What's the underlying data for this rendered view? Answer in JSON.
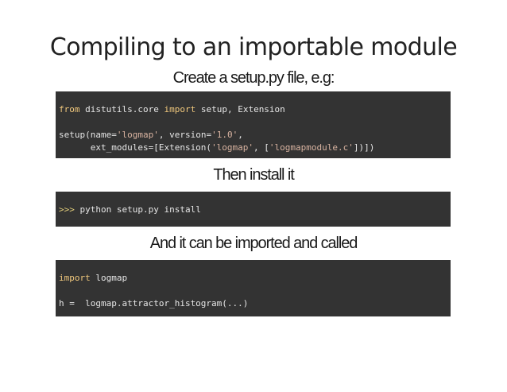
{
  "slide": {
    "title": "Compiling to an importable module",
    "captions": [
      "Create a setup.py file, e.g:",
      "Then install it",
      "And it can be imported and called"
    ]
  },
  "code_blocks": [
    {
      "lines": [
        [
          {
            "text": "from",
            "type": "keyword"
          },
          {
            "text": " distutils.core ",
            "type": "plain"
          },
          {
            "text": "import",
            "type": "keyword"
          },
          {
            "text": " setup, Extension",
            "type": "plain"
          }
        ],
        [],
        [
          {
            "text": "setup(name=",
            "type": "plain"
          },
          {
            "text": "'logmap'",
            "type": "string"
          },
          {
            "text": ", version=",
            "type": "plain"
          },
          {
            "text": "'1.0'",
            "type": "string"
          },
          {
            "text": ",",
            "type": "plain"
          }
        ],
        [
          {
            "text": "      ext_modules=[Extension(",
            "type": "plain"
          },
          {
            "text": "'logmap'",
            "type": "string"
          },
          {
            "text": ", [",
            "type": "plain"
          },
          {
            "text": "'logmapmodule.c'",
            "type": "string"
          },
          {
            "text": "])])",
            "type": "plain"
          }
        ]
      ]
    },
    {
      "lines": [
        [
          {
            "text": ">>>",
            "type": "prompt"
          },
          {
            "text": " python setup.py install",
            "type": "plain"
          }
        ]
      ]
    },
    {
      "lines": [
        [
          {
            "text": "import",
            "type": "keyword"
          },
          {
            "text": " logmap",
            "type": "plain"
          }
        ],
        [],
        [
          {
            "text": "h =  logmap.attractor_histogram(...)",
            "type": "plain"
          }
        ]
      ]
    }
  ],
  "colors": {
    "code_background": "#333333",
    "keyword": "#efc77c",
    "string": "#d8b3a0",
    "prompt": "#e0cc7a",
    "code_text": "#e6e6e6"
  }
}
